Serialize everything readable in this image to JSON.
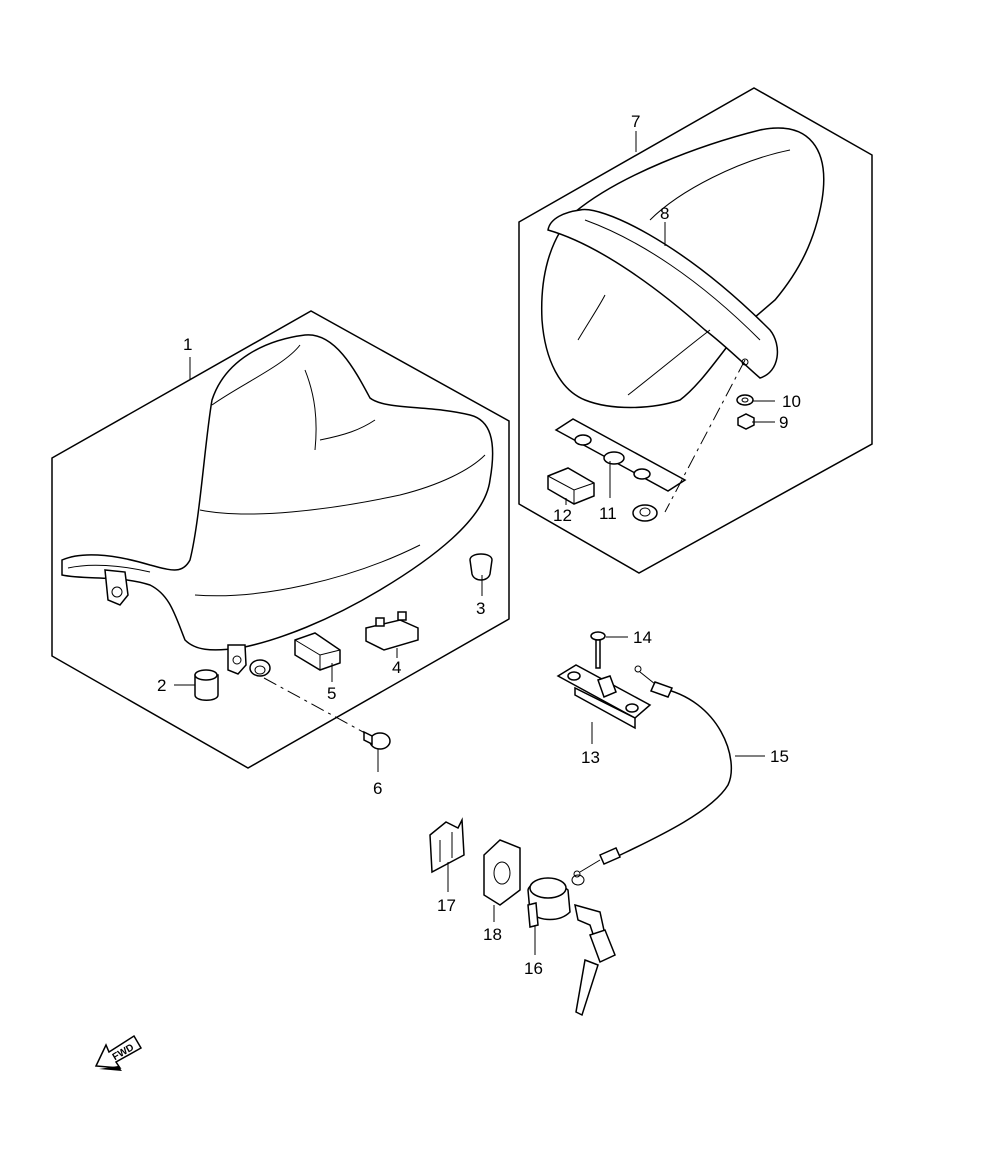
{
  "parts": [
    {
      "id": "1",
      "label": "1"
    },
    {
      "id": "2",
      "label": "2"
    },
    {
      "id": "3",
      "label": "3"
    },
    {
      "id": "4",
      "label": "4"
    },
    {
      "id": "5",
      "label": "5"
    },
    {
      "id": "6",
      "label": "6"
    },
    {
      "id": "7",
      "label": "7"
    },
    {
      "id": "8",
      "label": "8"
    },
    {
      "id": "9",
      "label": "9"
    },
    {
      "id": "10",
      "label": "10"
    },
    {
      "id": "11",
      "label": "11"
    },
    {
      "id": "12",
      "label": "12"
    },
    {
      "id": "13",
      "label": "13"
    },
    {
      "id": "14",
      "label": "14"
    },
    {
      "id": "15",
      "label": "15"
    },
    {
      "id": "16",
      "label": "16"
    },
    {
      "id": "17",
      "label": "17"
    },
    {
      "id": "18",
      "label": "18"
    }
  ],
  "direction_arrow": {
    "label": "FWD"
  }
}
